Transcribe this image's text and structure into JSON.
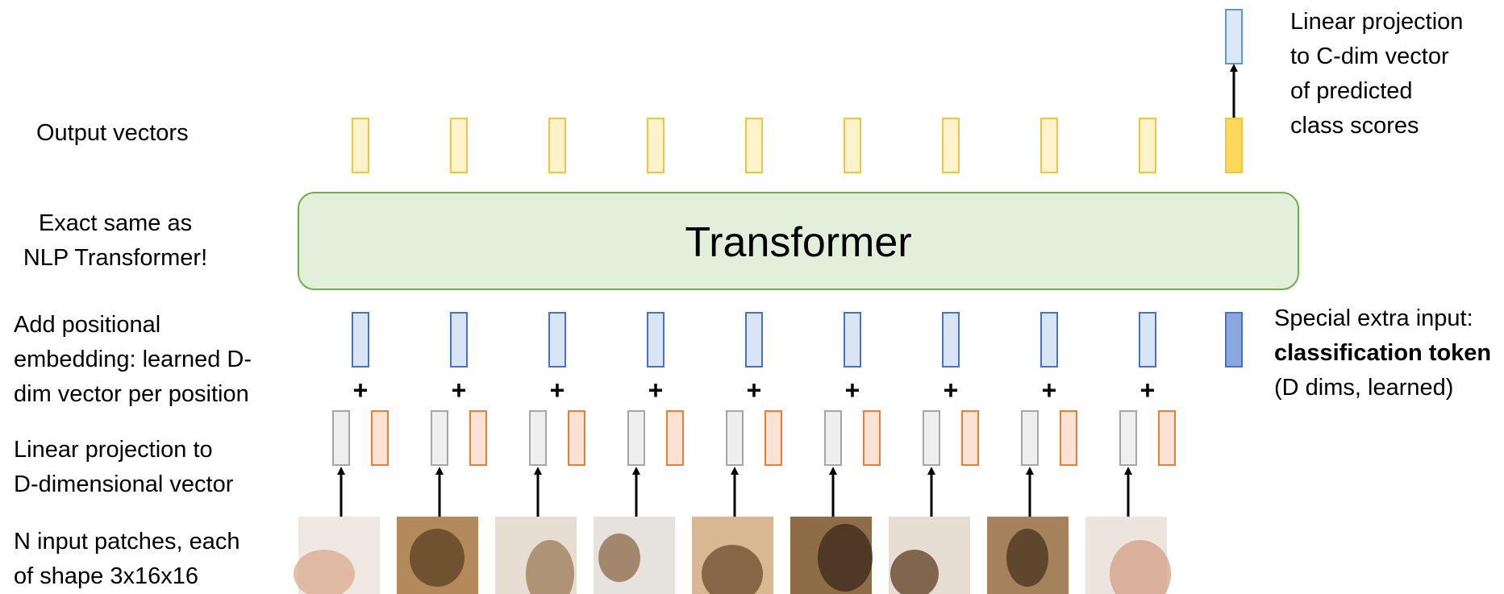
{
  "labels": {
    "output_vectors": "Output vectors",
    "exact_same": "Exact same as\nNLP Transformer!",
    "positional": "Add positional\nembedding: learned D-\ndim vector per position",
    "linear_d": "Linear projection to\nD-dimensional vector",
    "patches": "N input patches, each\nof shape 3x16x16",
    "linear_c": "Linear projection\nto C-dim vector\nof predicted\nclass scores",
    "special_line1": "Special extra input:",
    "special_bold": "classification token",
    "special_line3": "(D dims, learned)"
  },
  "transformer": {
    "label": "Transformer"
  },
  "plus_sign": "+",
  "patch_count": 9,
  "patches": [
    {
      "name": "cat-ear-patch",
      "bg": "#efe7e1",
      "fg": "#d9a98c"
    },
    {
      "name": "cat-eye-patch",
      "bg": "#b48a5c",
      "fg": "#5a3d22"
    },
    {
      "name": "cat-fur-patch",
      "bg": "#e8ddd3",
      "fg": "#9c7a57"
    },
    {
      "name": "cat-head-top-patch",
      "bg": "#e6e2de",
      "fg": "#8c6845"
    },
    {
      "name": "cat-nose-patch",
      "bg": "#d8b792",
      "fg": "#6b4b2d"
    },
    {
      "name": "cat-eyes-patch",
      "bg": "#8f6c48",
      "fg": "#3a2818"
    },
    {
      "name": "cat-chin-patch",
      "bg": "#e8ddd3",
      "fg": "#5e3e22"
    },
    {
      "name": "cat-side-patch",
      "bg": "#a5825b",
      "fg": "#4a321c"
    },
    {
      "name": "cat-ear2-patch",
      "bg": "#ece4dd",
      "fg": "#d29f85"
    }
  ],
  "colors": {
    "output_fill": "#fff3cc",
    "output_stroke": "#f5c342",
    "output_cls_fill": "#fcd85a",
    "pos_fill": "#d9e4f5",
    "pos_stroke": "#4472c4",
    "cls_token_fill": "#8aa8dd",
    "gray_fill": "#efefef",
    "gray_stroke": "#a6a6a6",
    "orange_fill": "#fbe2d4",
    "orange_stroke": "#ed7d31",
    "transformer_fill": "#e2efda",
    "transformer_stroke": "#70ad47",
    "final_fill": "#dde8f6",
    "final_stroke": "#5b9bd5"
  }
}
